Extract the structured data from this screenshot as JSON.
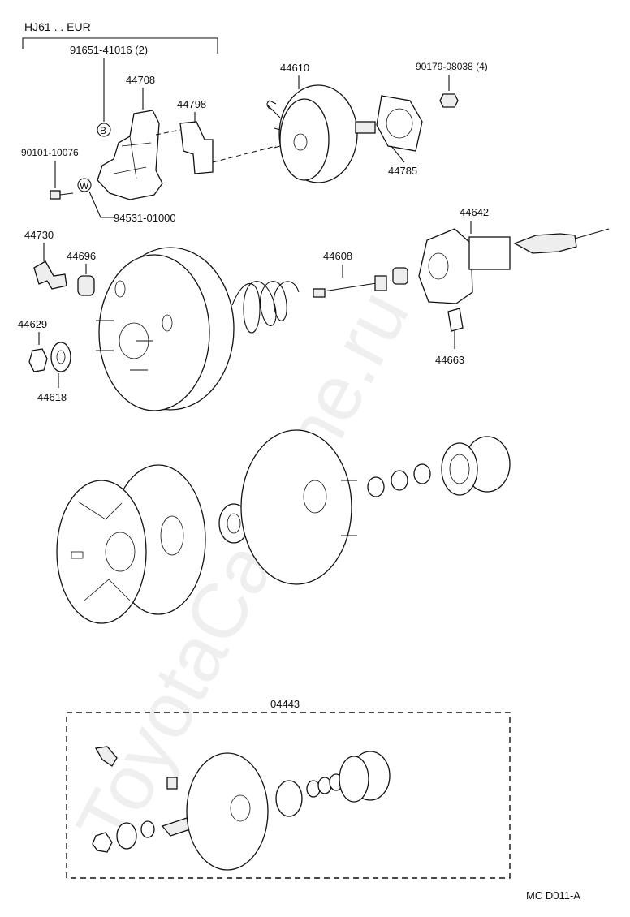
{
  "header": {
    "model": "HJ61 . . EUR",
    "bracket_part": "91651-41016 (2)"
  },
  "parts": {
    "p44610": "44610",
    "p44708": "44708",
    "p44798": "44798",
    "p90179": "90179-08038 (4)",
    "p44785": "44785",
    "p90101": "90101-10076",
    "p94531": "94531-01000",
    "p44730": "44730",
    "p44696": "44696",
    "p44608": "44608",
    "p44642": "44642",
    "p44629": "44629",
    "p44618": "44618",
    "p44663": "44663",
    "p04443": "04443"
  },
  "markers": {
    "b": "B",
    "w": "W"
  },
  "footer": {
    "code": "MC  D011-A"
  },
  "watermark": "ToyotaCarMine.ru"
}
